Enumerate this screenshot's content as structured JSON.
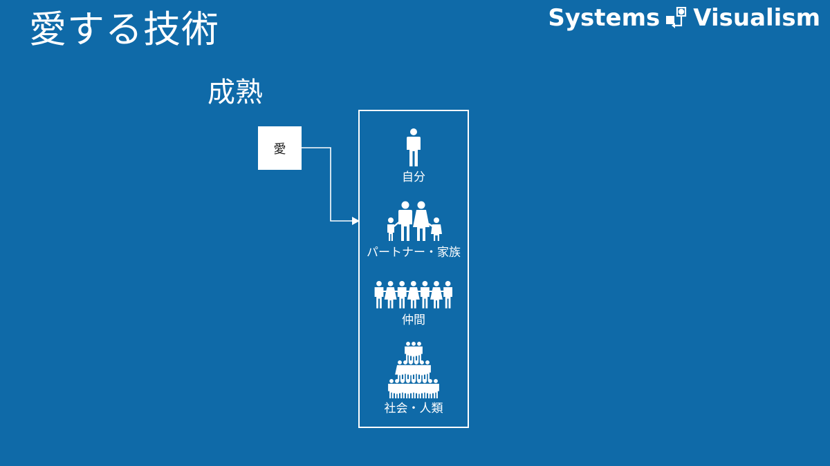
{
  "slide": {
    "title": "愛する技術",
    "subtitle": "成熟",
    "brand": {
      "left_word": "Systems",
      "right_word": "Visualism",
      "logo_icon": "systems-loop-icon"
    }
  },
  "diagram": {
    "source_box": {
      "label": "愛"
    },
    "groups": [
      {
        "label": "自分",
        "icon": "single-person-icon"
      },
      {
        "label": "パートナー・家族",
        "icon": "family-icon"
      },
      {
        "label": "仲間",
        "icon": "row-of-people-icon"
      },
      {
        "label": "社会・人類",
        "icon": "crowd-pyramid-icon"
      }
    ]
  },
  "colors": {
    "background": "#0f6aa8",
    "foreground": "#ffffff",
    "box_text": "#1a1a1a"
  }
}
